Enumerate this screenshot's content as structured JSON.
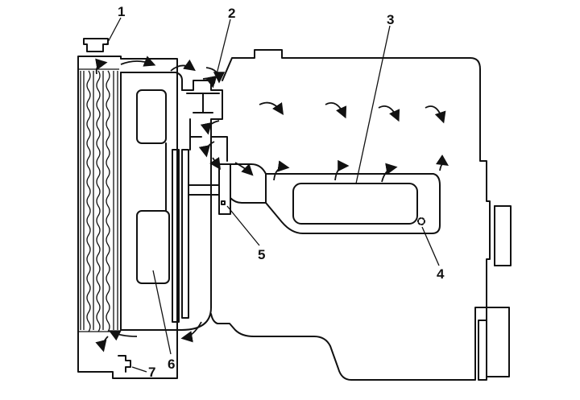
{
  "diagram": {
    "callouts": [
      {
        "id": "1",
        "text": "1"
      },
      {
        "id": "2",
        "text": "2"
      },
      {
        "id": "3",
        "text": "3"
      },
      {
        "id": "4",
        "text": "4"
      },
      {
        "id": "5",
        "text": "5"
      },
      {
        "id": "6",
        "text": "6"
      },
      {
        "id": "7",
        "text": "7"
      }
    ],
    "colors": {
      "line": "#111111",
      "background": "#ffffff"
    }
  }
}
